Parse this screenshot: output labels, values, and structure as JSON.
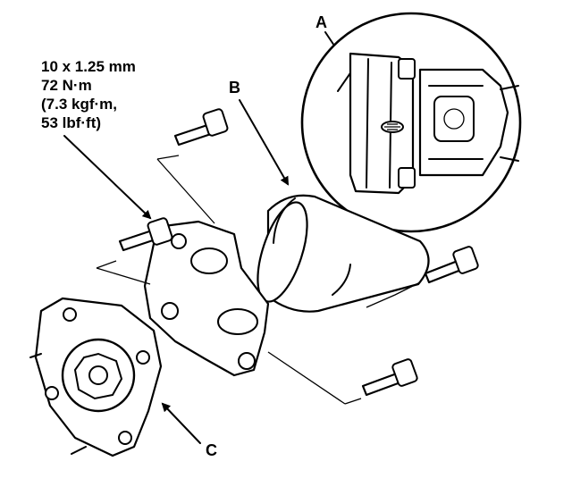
{
  "diagram": {
    "spec": {
      "line1": "10 x 1.25 mm",
      "line2": "72 N·m",
      "line3": "(7.3 kgf·m,",
      "line4": "53 lbf·ft)"
    },
    "labels": {
      "a": "A",
      "b": "B",
      "c": "C"
    }
  }
}
